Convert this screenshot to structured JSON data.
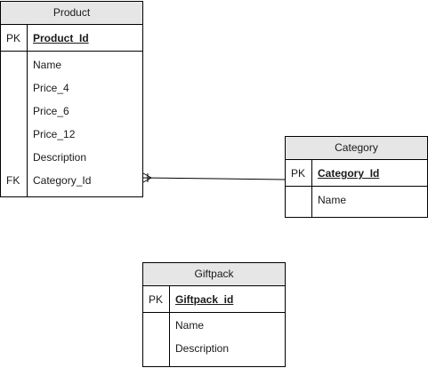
{
  "entities": {
    "product": {
      "title": "Product",
      "pk_marker": "PK",
      "pk_field": "Product_Id",
      "fields": [
        "Name",
        "Price_4",
        "Price_6",
        "Price_12",
        "Description",
        "Category_Id"
      ],
      "fk_marker": "FK"
    },
    "category": {
      "title": "Category",
      "pk_marker": "PK",
      "pk_field": "Category_Id",
      "fields": [
        "Name"
      ]
    },
    "giftpack": {
      "title": "Giftpack",
      "pk_marker": "PK",
      "pk_field": "Giftpack_id",
      "fields": [
        "Name",
        "Description"
      ]
    }
  },
  "relationships": [
    {
      "from": "Product.Category_Id",
      "to": "Category.Category_Id",
      "from_end": "one-or-many",
      "to_end": "one"
    }
  ],
  "colors": {
    "header_fill": "#e6e6e6",
    "border": "#000000",
    "background": "#ffffff"
  }
}
